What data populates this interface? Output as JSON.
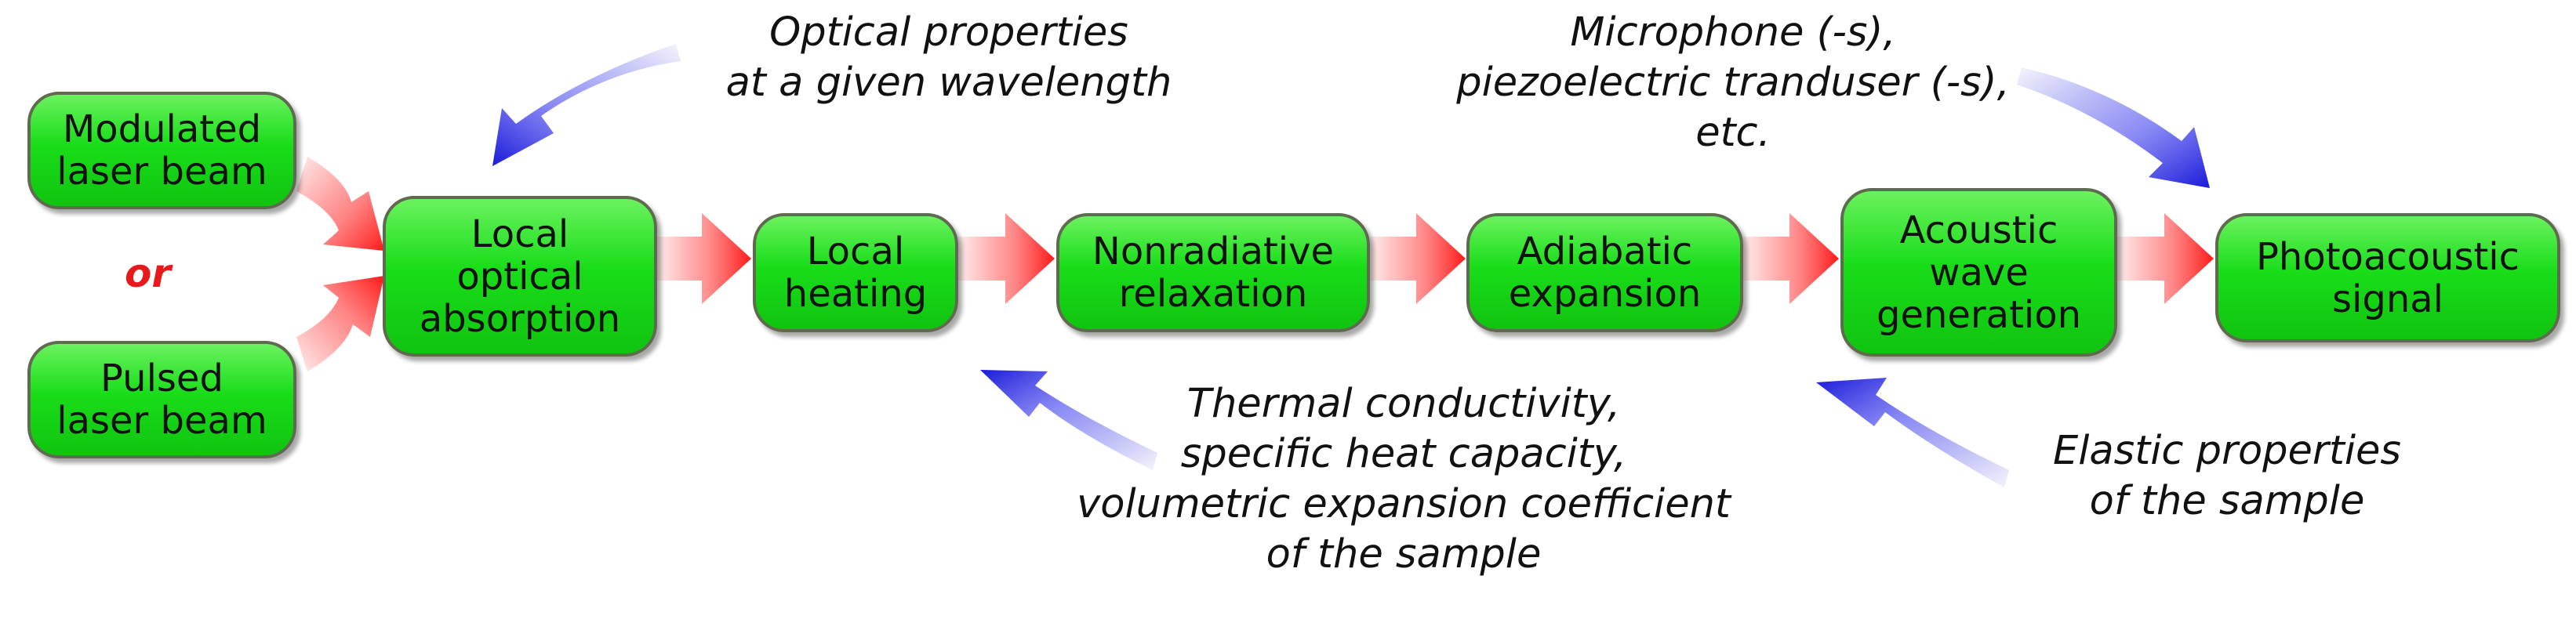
{
  "nodes": {
    "modulated": "Modulated\nlaser beam",
    "pulsed": "Pulsed\nlaser beam",
    "absorption": "Local\noptical\nabsorption",
    "heating": "Local\nheating",
    "relaxation": "Nonradiative\nrelaxation",
    "expansion": "Adiabatic\nexpansion",
    "wave": "Acoustic\nwave\ngeneration",
    "signal": "Photoacoustic\nsignal"
  },
  "or_label": "or",
  "notes": {
    "optical": "Optical properties\nat a given wavelength",
    "microphone": "Microphone (-s),\npiezoelectric tranduser (-s),\netc.",
    "thermal": "Thermal conductivity,\nspecific heat capacity,\nvolumetric expansion coefficient\nof the sample",
    "elastic": "Elastic properties\nof the sample"
  },
  "colors": {
    "node_fill": "#19dd19",
    "flow_arrow": "#ff2020",
    "influence_arrow": "#2a2ae0",
    "or_text": "#e8191d"
  }
}
